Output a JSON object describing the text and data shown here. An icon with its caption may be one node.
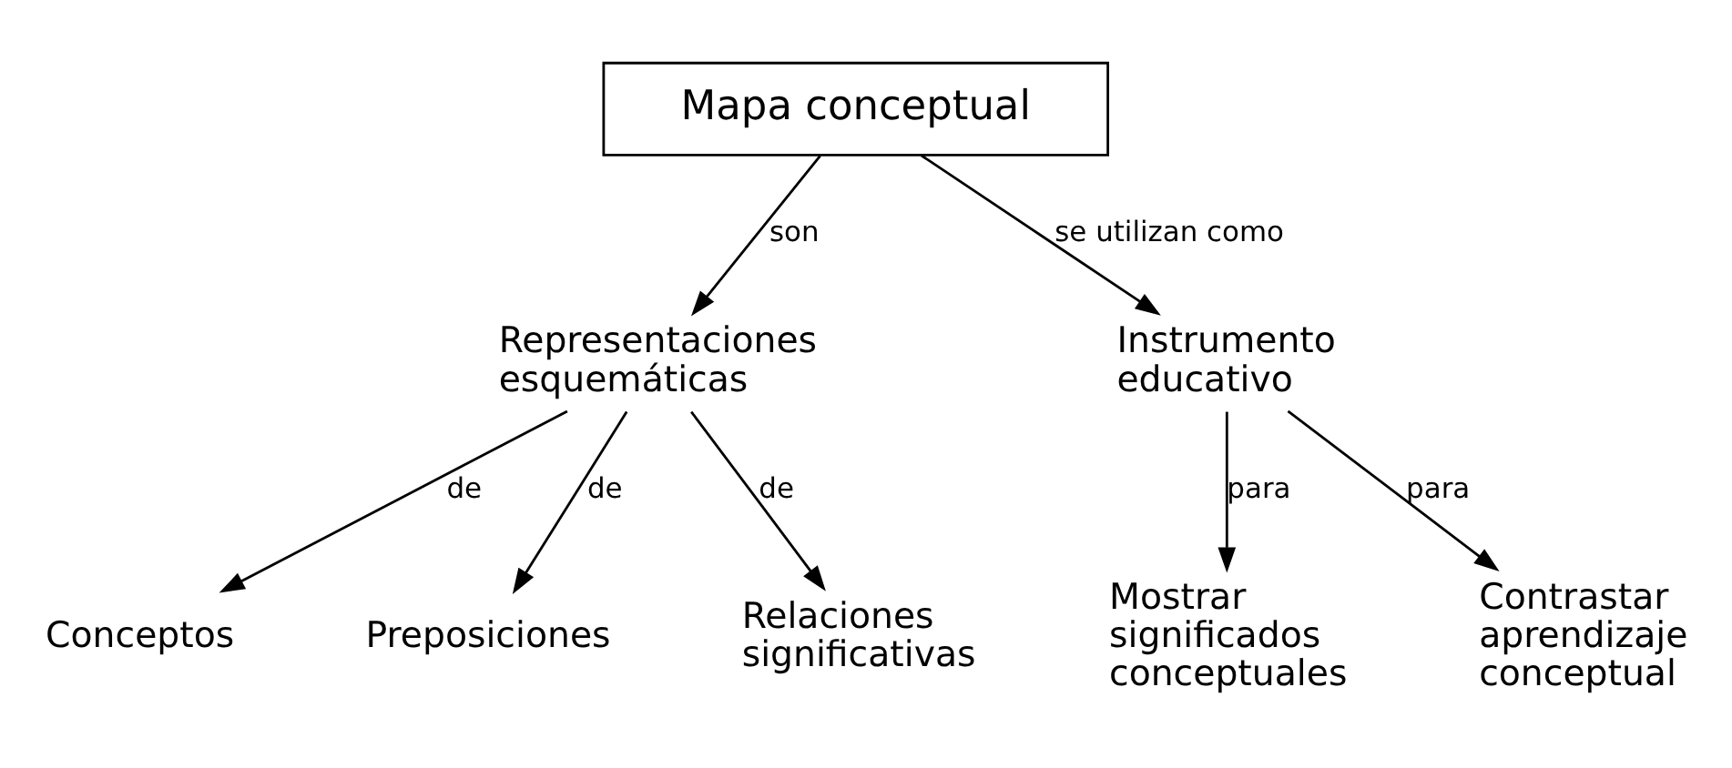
{
  "diagram": {
    "nodes": [
      {
        "text": [
          "Mapa conceptual"
        ]
      },
      {
        "text": [
          "Representaciones esquemáticas"
        ]
      },
      {
        "text": [
          "Instrumento educativo"
        ]
      },
      {
        "text": [
          "Conceptos"
        ]
      },
      {
        "text": [
          "Preposiciones"
        ]
      },
      {
        "text": [
          "Relaciones significativas"
        ]
      },
      {
        "text": [
          "Mostrar significados conceptuales"
        ]
      },
      {
        "text": [
          "Contrastar aprendizaje conceptual"
        ]
      }
    ],
    "edges": [
      {
        "from": 0,
        "to": 1,
        "arrow": "to",
        "label": "son"
      },
      {
        "from": 0,
        "to": 2,
        "arrow": "to",
        "label": "se utilizan como"
      },
      {
        "from": 1,
        "to": 3,
        "arrow": "to",
        "label": "de"
      },
      {
        "from": 1,
        "to": 4,
        "arrow": "to",
        "label": "de"
      },
      {
        "from": 1,
        "to": 5,
        "arrow": "to",
        "label": "de"
      },
      {
        "from": 2,
        "to": 6,
        "arrow": "to",
        "label": "para"
      },
      {
        "from": 2,
        "to": 7,
        "arrow": "to",
        "label": "para"
      }
    ]
  }
}
